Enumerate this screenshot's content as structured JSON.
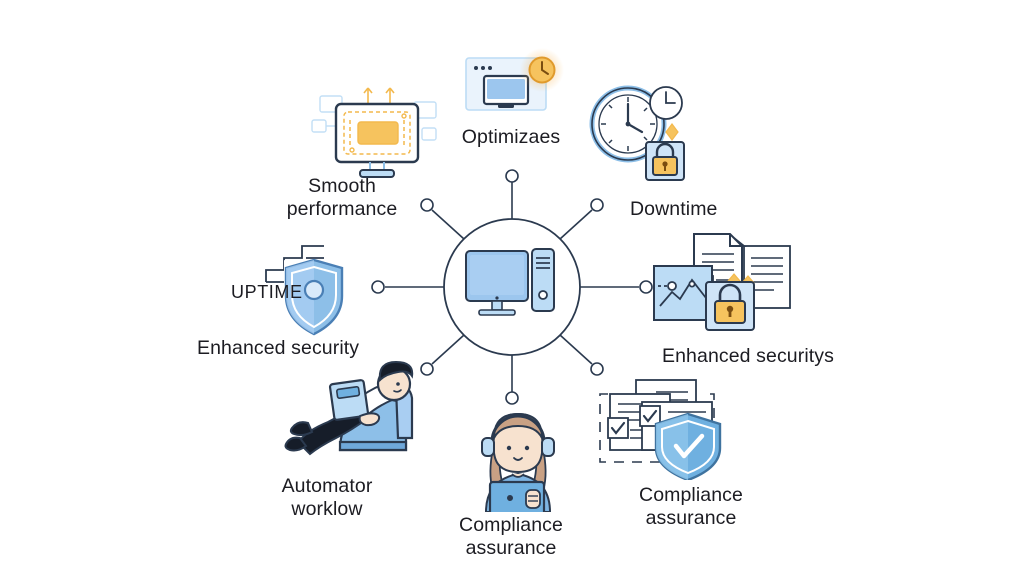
{
  "diagram": {
    "title": "IT services hub diagram",
    "background_color": "#ffffff",
    "hub": {
      "name": "central-computer-hub",
      "icon": "desktop-computer-icon",
      "circle_color": "#2b3a4f",
      "monitor_fill": "#9cc6ee",
      "tower_fill": "#bcdcf5"
    },
    "palette": {
      "ink": "#2b3a4f",
      "text": "#1c1c22",
      "blue_light": "#bcdcf5",
      "blue_mid": "#8dbfe8",
      "blue_deep": "#5a9bd4",
      "amber": "#f3b94d",
      "amber_light": "#fbd98a",
      "amber_glow": "#f6a93b",
      "skin": "#f7e2cf",
      "hair_dark": "#1d2430",
      "hair_light": "#c9a184",
      "grey_line": "#3a4250"
    },
    "nodes": [
      {
        "id": "smooth-performance",
        "label": "Smooth\nperformance",
        "icon": "monitor-circuit-icon",
        "position": "top-left"
      },
      {
        "id": "optimizaes",
        "label": "Optimizaes",
        "icon": "browser-window-clock-icon",
        "position": "top-center"
      },
      {
        "id": "downtime",
        "label": "Downtime",
        "icon": "clock-lock-icon",
        "position": "top-right"
      },
      {
        "id": "uptime",
        "label": "UPTIME",
        "icon": "chart-shield-icon",
        "position": "left-badge"
      },
      {
        "id": "enhanced-security-left",
        "label": "Enhanced security",
        "icon": "chart-shield-icon",
        "position": "left"
      },
      {
        "id": "enhanced-securitys-right",
        "label": "Enhanced securitys",
        "icon": "documents-lock-icon",
        "position": "right"
      },
      {
        "id": "automator-worklow",
        "label": "Automator\nworklow",
        "icon": "person-reclining-tablet-icon",
        "position": "bottom-left"
      },
      {
        "id": "compliance-assurance-center",
        "label": "Compliance\nassurance",
        "icon": "support-agent-icon",
        "position": "bottom-center"
      },
      {
        "id": "compliance-assurance-right",
        "label": "Compliance\nassurance",
        "icon": "checklist-shield-icon",
        "position": "bottom-right"
      }
    ],
    "spokes": {
      "count": 8,
      "endpoint_style": "open-circle"
    }
  }
}
